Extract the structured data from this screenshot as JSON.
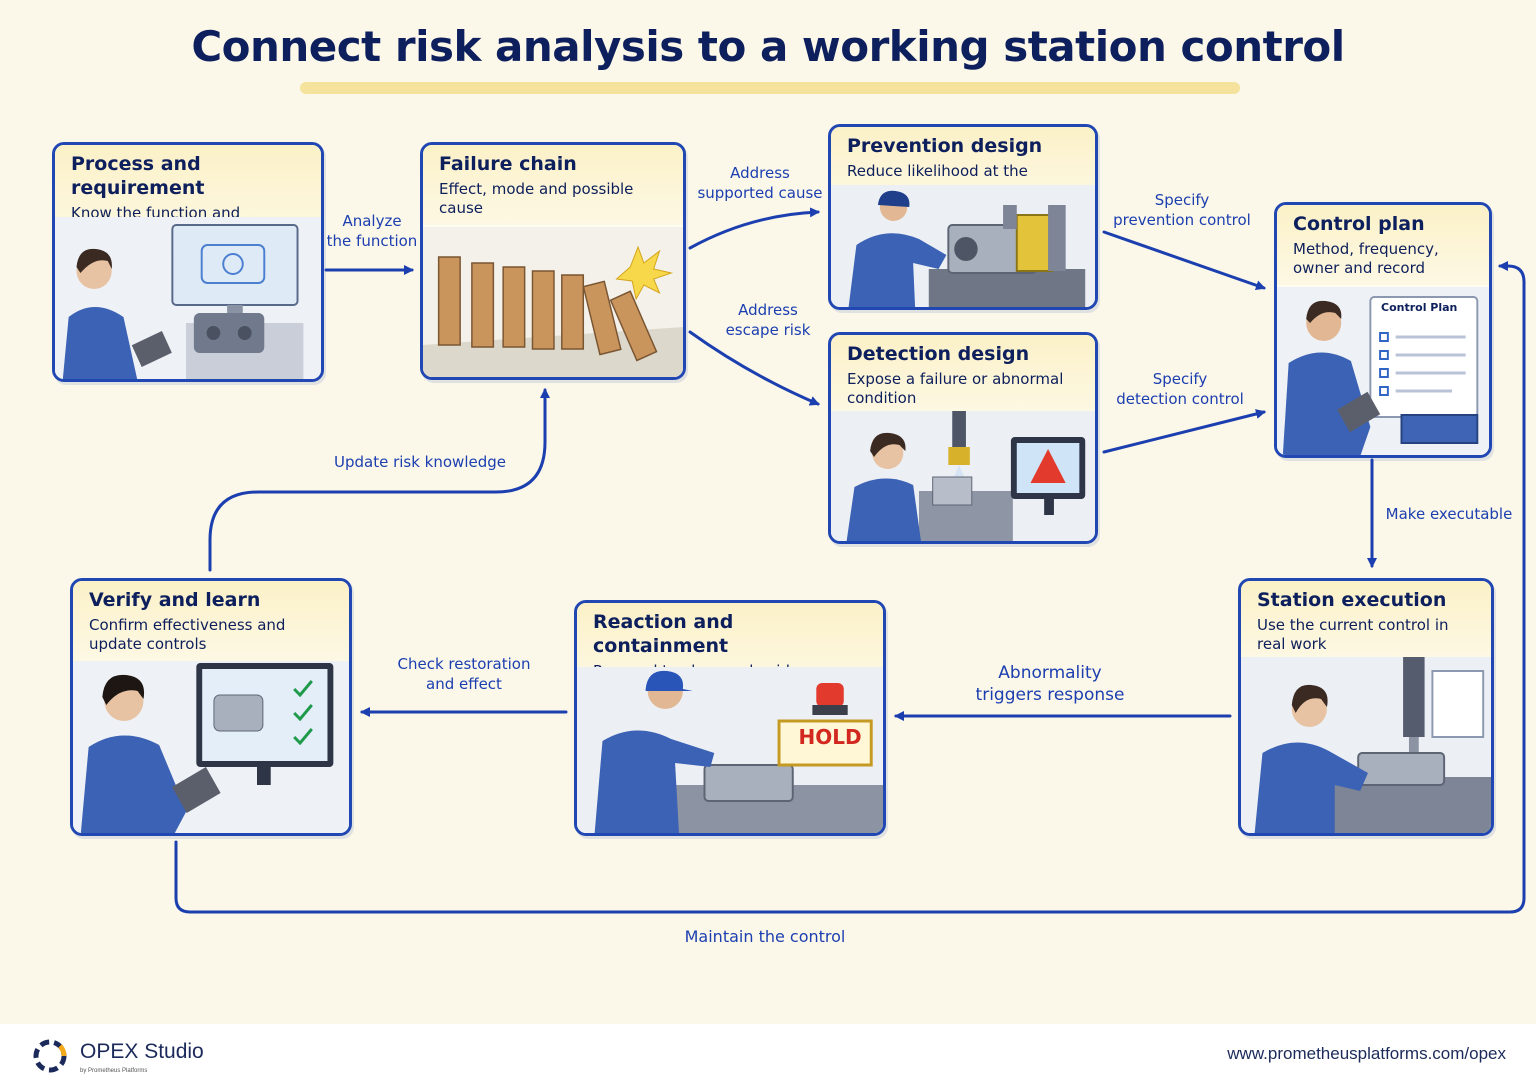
{
  "title": "Connect risk analysis to a working station control",
  "cards": {
    "process": {
      "title": "Process and requirement",
      "desc": "Know the function and expected result"
    },
    "failure": {
      "title": "Failure chain",
      "desc": "Effect, mode and possible cause"
    },
    "prevention": {
      "title": "Prevention design",
      "desc": "Reduce likelihood at the source"
    },
    "detection": {
      "title": "Detection design",
      "desc": "Expose a failure or abnormal condition"
    },
    "control_plan": {
      "title": "Control plan",
      "desc": "Method, frequency, owner and record",
      "doc_title": "Control Plan"
    },
    "station": {
      "title": "Station execution",
      "desc": "Use the current control in real work"
    },
    "reaction": {
      "title": "Reaction and containment",
      "desc": "Respond to abnormal evidence",
      "sign": "HOLD"
    },
    "verify": {
      "title": "Verify and learn",
      "desc": "Confirm effectiveness and update controls"
    }
  },
  "edges": {
    "analyze": "Analyze\nthe function",
    "address_cause": "Address\nsupported cause",
    "address_escape": "Address\nescape risk",
    "spec_prevention": "Specify\nprevention control",
    "spec_detection": "Specify\ndetection control",
    "make_exec": "Make executable",
    "abnormality": "Abnormality\ntriggers response",
    "check_restoration": "Check restoration\nand effect",
    "update_risk": "Update risk knowledge",
    "maintain": "Maintain the control"
  },
  "footer": {
    "brand": "OPEX Studio",
    "brand_sub": "by Prometheus Platforms",
    "url": "www.prometheusplatforms.com/opex"
  },
  "colors": {
    "accent": "#2147b3",
    "ink": "#0d1f5c",
    "background": "#fbf7e9",
    "highlight": "#f4df93",
    "alarm": "#e23b2e"
  }
}
